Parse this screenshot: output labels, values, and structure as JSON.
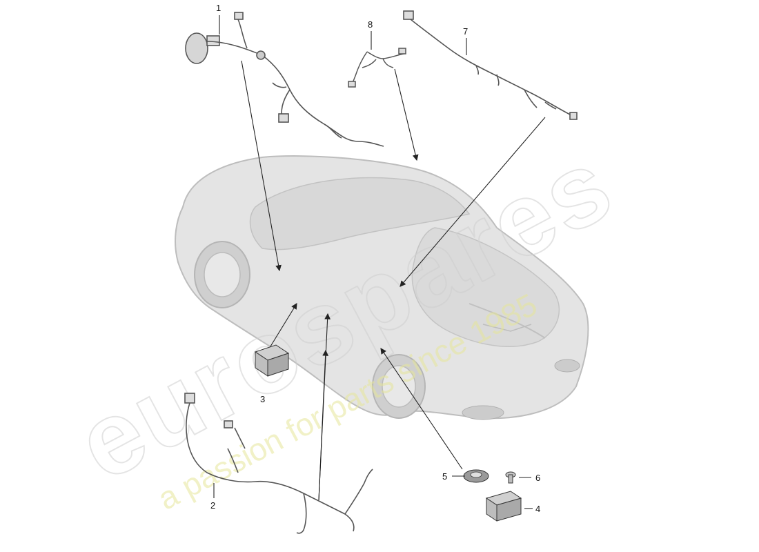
{
  "watermark": {
    "brand": "eurospares",
    "tagline": "a passion for parts since 1985"
  },
  "callouts": [
    {
      "id": "1",
      "label": "1"
    },
    {
      "id": "2",
      "label": "2"
    },
    {
      "id": "3",
      "label": "3"
    },
    {
      "id": "4",
      "label": "4"
    },
    {
      "id": "5",
      "label": "5"
    },
    {
      "id": "6",
      "label": "6"
    },
    {
      "id": "7",
      "label": "7"
    },
    {
      "id": "8",
      "label": "8"
    }
  ],
  "colors": {
    "car_fill": "#e4e4e4",
    "car_stroke": "#bdbdbd",
    "harness": "#555555",
    "leader": "#222222"
  }
}
